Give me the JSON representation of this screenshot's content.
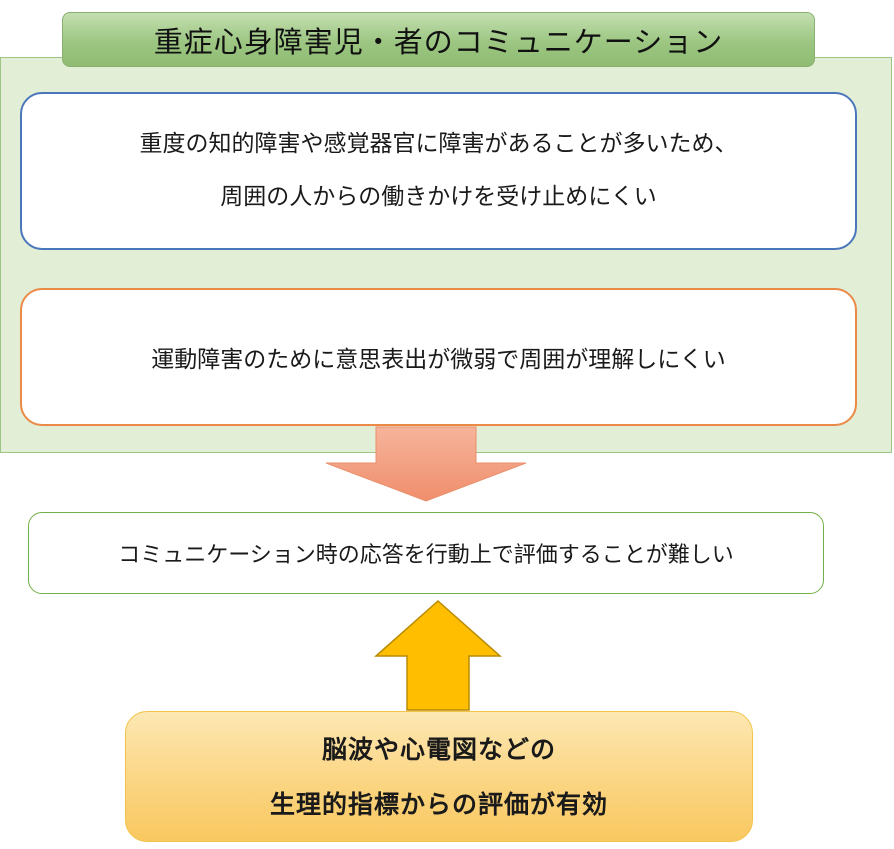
{
  "title": "重症心身障害児・者のコミュニケーション",
  "problems": [
    {
      "lines": [
        "重度の知的障害や感覚器官に障害があることが多いため、",
        "周囲の人からの働きかけを受け止めにくい"
      ]
    },
    {
      "lines": [
        "運動障害のために意思表出が微弱で周囲が理解しにくい"
      ]
    }
  ],
  "result": "コミュニケーション時の応答を行動上で評価することが難しい",
  "solution": {
    "lines": [
      "脳波や心電図などの",
      "生理的指標からの評価が有効"
    ]
  },
  "colors": {
    "panel_bg": "#e2eed6",
    "title_green": "#9cc682",
    "blue_border": "#4a76bb",
    "orange_border": "#ea8a46",
    "down_arrow": "#f3a183",
    "up_arrow": "#ffbe00",
    "solution_fill": "#fbd582"
  }
}
